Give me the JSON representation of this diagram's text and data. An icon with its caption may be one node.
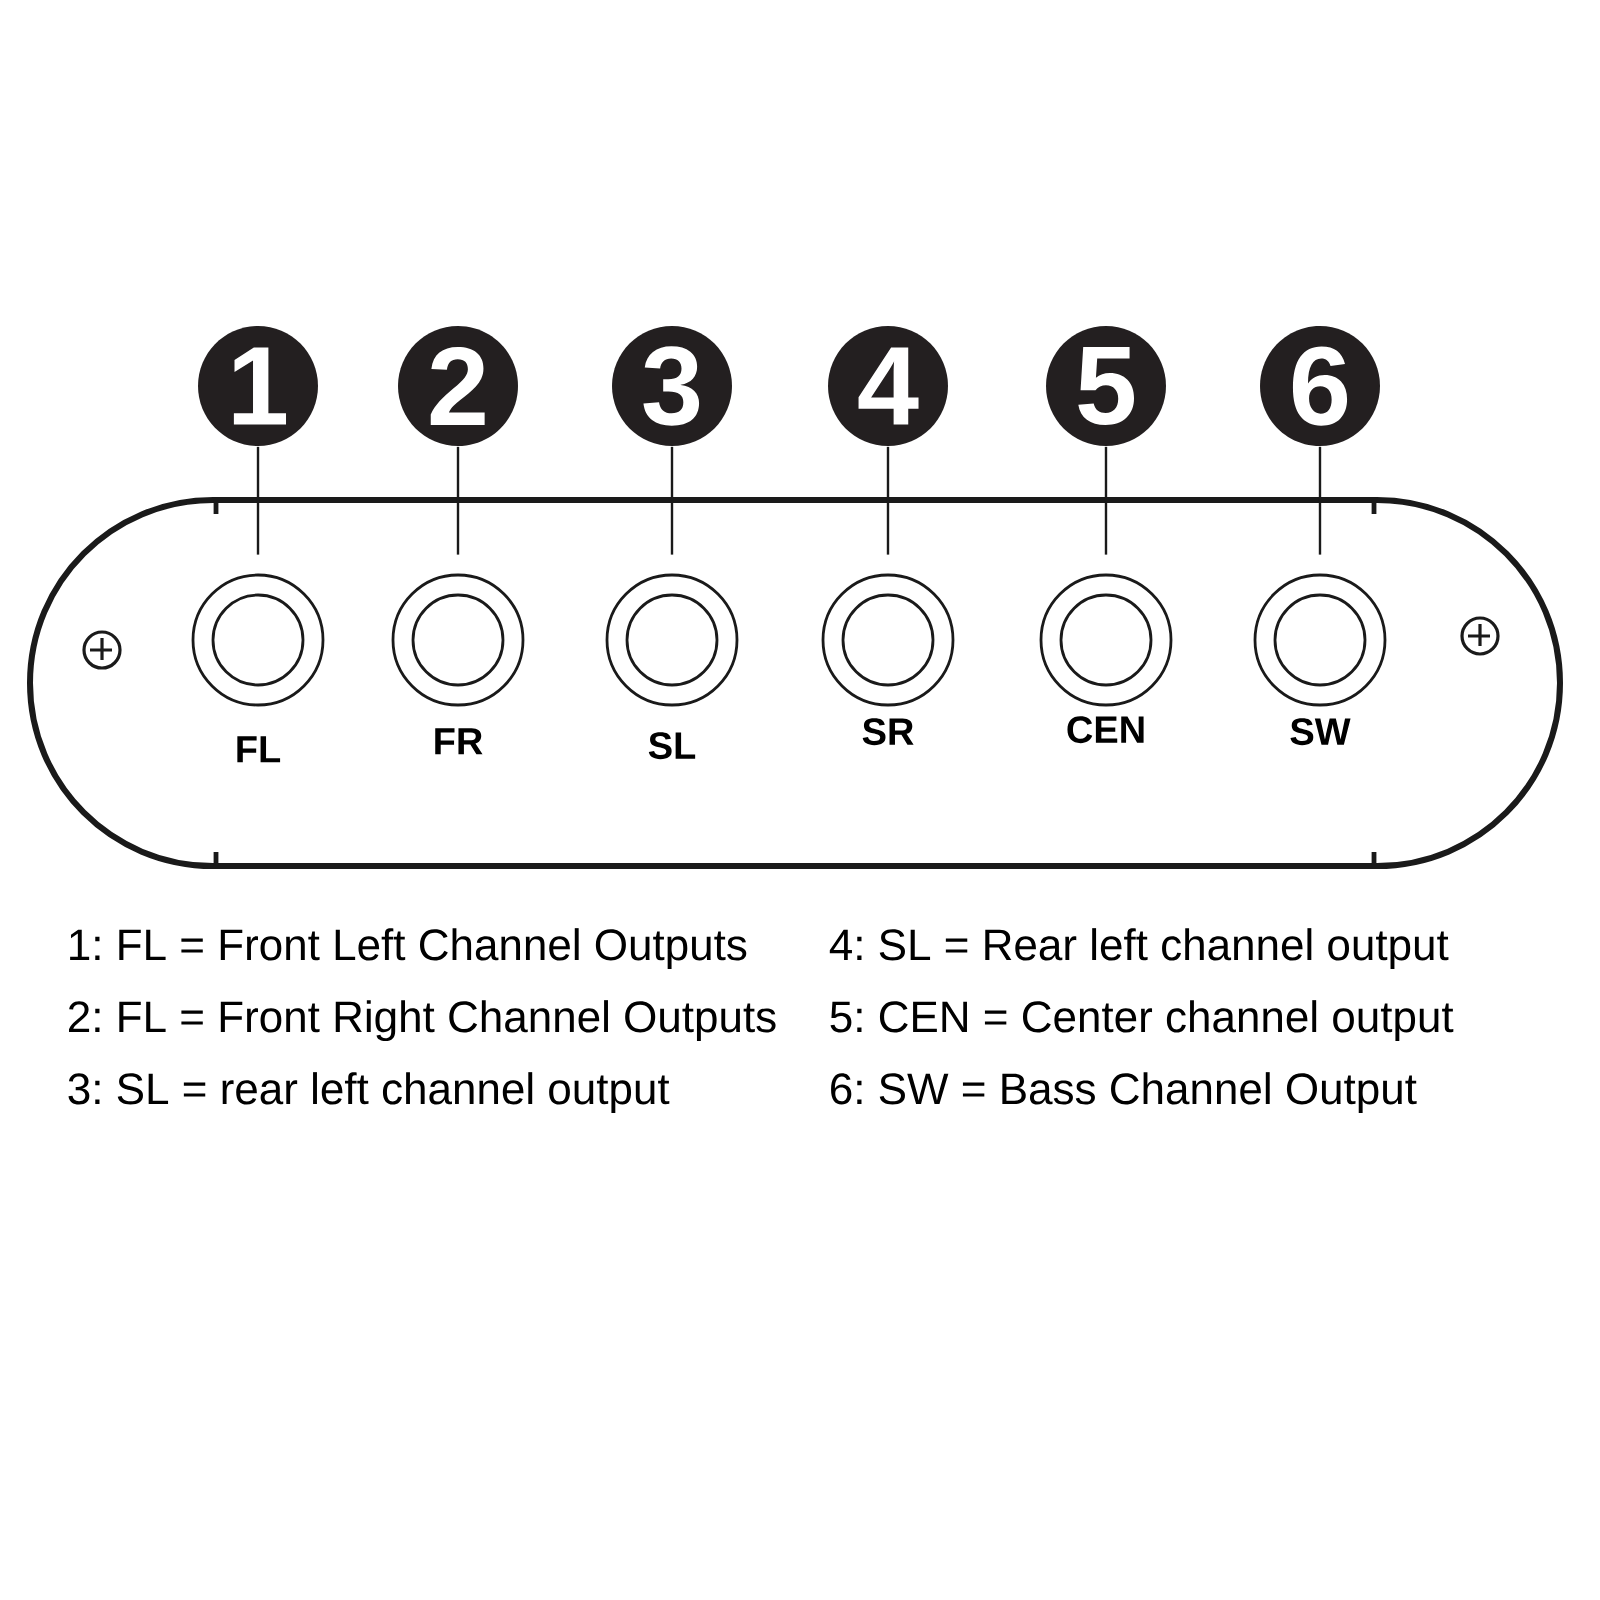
{
  "diagram": {
    "nodes": [
      {
        "text": [
          "1"
        ]
      },
      {
        "text": [
          "2"
        ]
      },
      {
        "text": [
          "3"
        ]
      },
      {
        "text": [
          "4"
        ]
      },
      {
        "text": [
          "5"
        ]
      },
      {
        "text": [
          "6"
        ]
      },
      {
        "text": [],
        "shape": "box"
      },
      {
        "text": [
          "FL"
        ],
        "in": 6
      },
      {
        "text": [
          "FR"
        ],
        "in": 6
      },
      {
        "text": [
          "SL"
        ],
        "in": 6
      },
      {
        "text": [
          "SR"
        ],
        "in": 6
      },
      {
        "text": [
          "CEN"
        ],
        "in": 6
      },
      {
        "text": [
          "SW"
        ],
        "in": 6
      }
    ],
    "edges": [
      {
        "from": 0,
        "to": 7,
        "arrow": "none"
      },
      {
        "from": 1,
        "to": 8,
        "arrow": "none"
      },
      {
        "from": 2,
        "to": 9,
        "arrow": "none"
      },
      {
        "from": 3,
        "to": 10,
        "arrow": "none"
      },
      {
        "from": 4,
        "to": 11,
        "arrow": "none"
      },
      {
        "from": 5,
        "to": 12,
        "arrow": "none"
      }
    ],
    "labels": [
      "1: FL = Front Left Channel Outputs",
      "2: FL = Front Right Channel Outputs",
      "3: SL = rear left channel output",
      "4: SL = Rear left channel output",
      "5: CEN = Center channel output",
      "6: SW = Bass Channel Output"
    ]
  }
}
